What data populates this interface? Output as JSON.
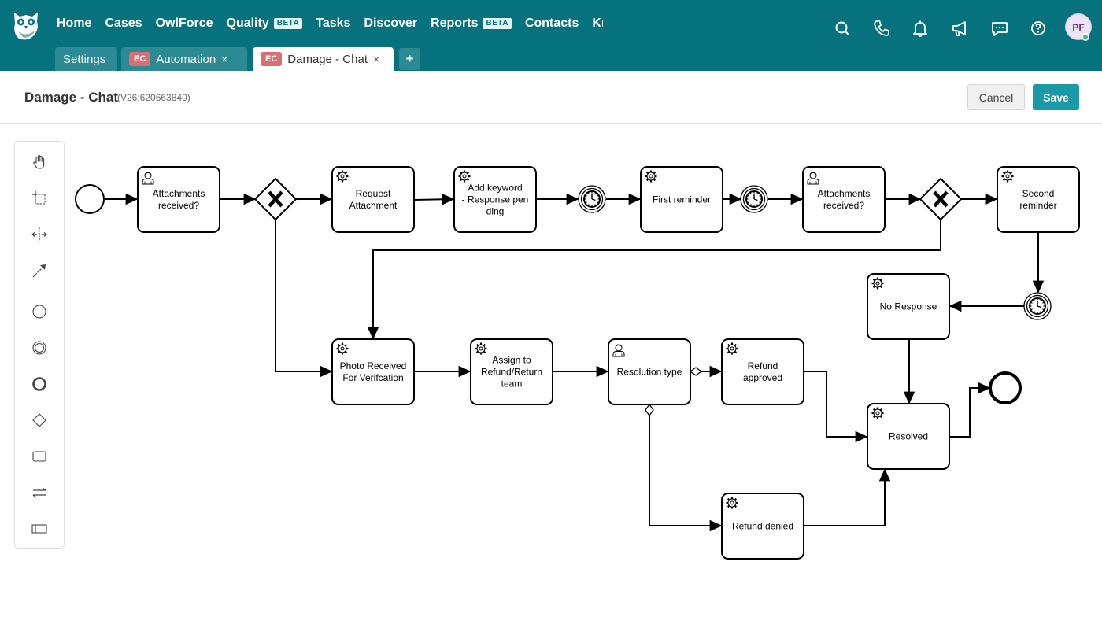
{
  "nav": {
    "items": [
      {
        "label": "Home"
      },
      {
        "label": "Cases"
      },
      {
        "label": "OwlForce"
      },
      {
        "label": "Quality",
        "badge": "BETA"
      },
      {
        "label": "Tasks"
      },
      {
        "label": "Discover"
      },
      {
        "label": "Reports",
        "badge": "BETA"
      },
      {
        "label": "Contacts"
      },
      {
        "label": "Knc"
      }
    ]
  },
  "user": {
    "initials": "PF",
    "status_color": "#3ec46d"
  },
  "tabs": [
    {
      "label": "Settings"
    },
    {
      "badge": "EC",
      "label": "Automation",
      "close": "×"
    },
    {
      "badge": "EC",
      "label": "Damage - Chat",
      "close": "×"
    }
  ],
  "add_tab": "+",
  "header": {
    "title": "Damage - Chat",
    "version": "(V26:620663840)",
    "cancel": "Cancel",
    "save": "Save"
  },
  "palette": {
    "tools": [
      "hand-tool-icon",
      "lasso-tool-icon",
      "space-tool-icon",
      "connect-tool-icon",
      "start-event-icon",
      "intermediate-event-icon",
      "end-event-icon",
      "gateway-icon",
      "task-icon",
      "data-flow-icon",
      "pool-icon"
    ]
  },
  "diagram": {
    "tasks": {
      "t1": {
        "lines": [
          "Attachments",
          "received?"
        ],
        "kind": "user"
      },
      "t2": {
        "lines": [
          "Request",
          "Attachment"
        ],
        "kind": "service"
      },
      "t3": {
        "lines": [
          "Add keyword",
          "- Response pen",
          "ding"
        ],
        "kind": "service"
      },
      "t4": {
        "lines": [
          "First reminder"
        ],
        "kind": "service"
      },
      "t5": {
        "lines": [
          "Attachments",
          "received?"
        ],
        "kind": "user"
      },
      "t6": {
        "lines": [
          "Second",
          "reminder"
        ],
        "kind": "service"
      },
      "t7": {
        "lines": [
          "No Response"
        ],
        "kind": "service"
      },
      "t8": {
        "lines": [
          "Photo Received",
          "For Verifcation"
        ],
        "kind": "service"
      },
      "t9": {
        "lines": [
          "Assign to",
          "Refund/Return",
          "team"
        ],
        "kind": "service"
      },
      "t10": {
        "lines": [
          "Resolution type"
        ],
        "kind": "user"
      },
      "t11": {
        "lines": [
          "Refund",
          "approved"
        ],
        "kind": "service"
      },
      "t12": {
        "lines": [
          "Resolved"
        ],
        "kind": "service"
      },
      "t13": {
        "lines": [
          "Refund denied"
        ],
        "kind": "service"
      }
    }
  },
  "colors": {
    "brand": "#05727d",
    "tab_inactive": "#2b8a93",
    "ec_badge": "#d96f73",
    "save": "#1a9aa6"
  }
}
